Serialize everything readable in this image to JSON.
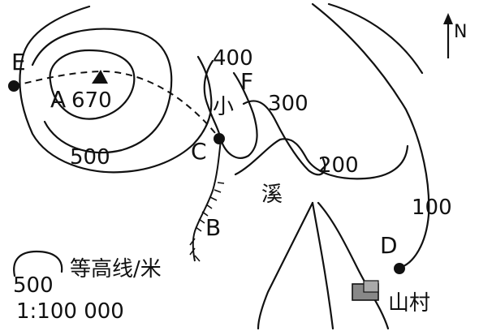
{
  "contour_labels": {
    "c400": "400",
    "c300": "300",
    "c200": "200",
    "c100": "100",
    "c500": "500"
  },
  "points": {
    "A": "A",
    "A_elev": "670",
    "B": "B",
    "C": "C",
    "D": "D",
    "E": "E",
    "F": "F"
  },
  "stream_label_1": "小",
  "stream_label_2": "溪",
  "north": "N",
  "legend": {
    "sample_value": "500",
    "caption": "等高线/米",
    "scale": "1:100 000"
  },
  "village_label": "山村",
  "icons": {
    "peak": "peak-triangle-icon",
    "village": "village-icon",
    "north": "north-arrow-icon"
  }
}
